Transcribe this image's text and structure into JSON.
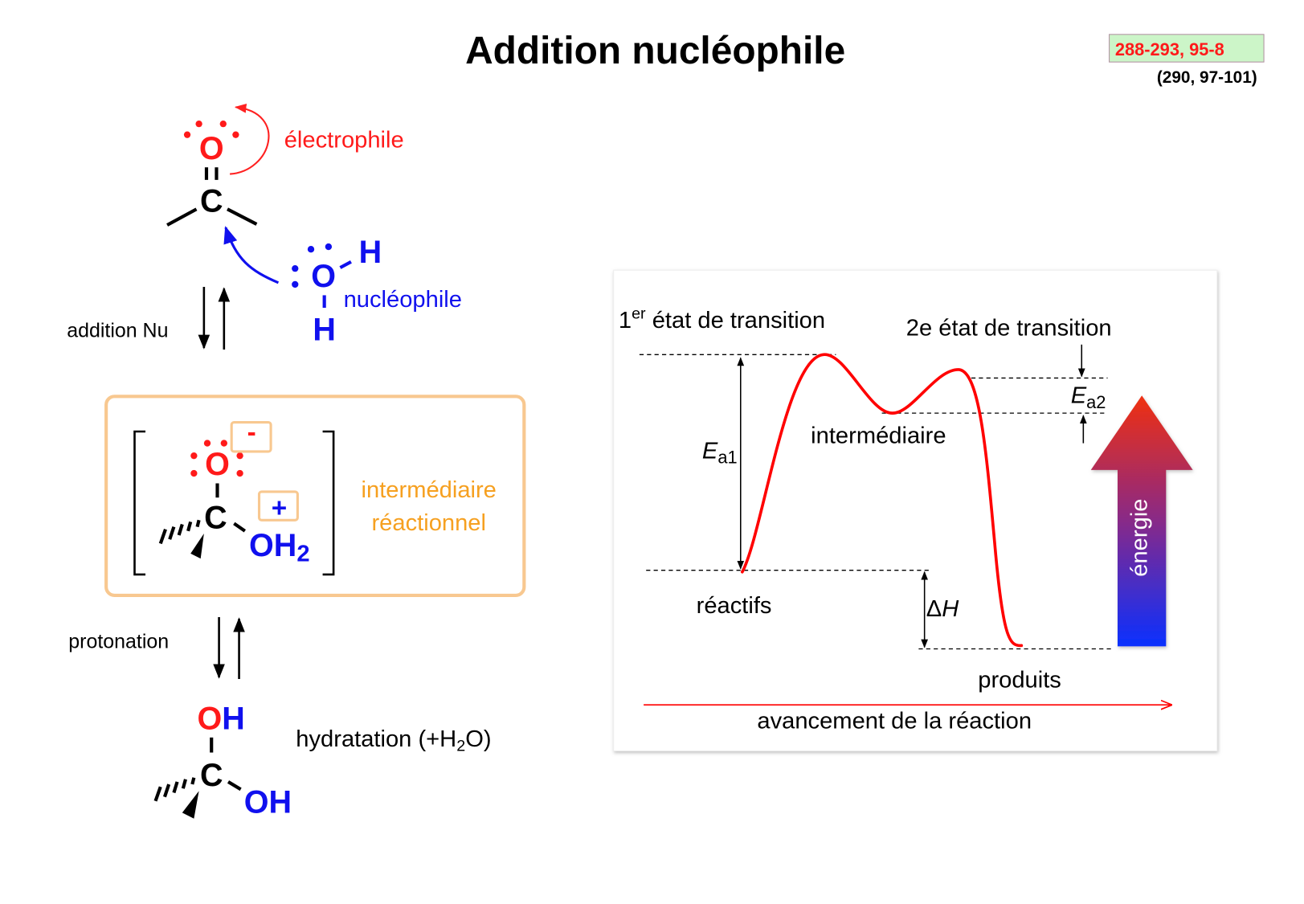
{
  "title": "Addition nucléophile",
  "references": {
    "primary": "288-293, 95-8",
    "secondary": "(290, 97-101)"
  },
  "colors": {
    "electrophile": "#ff1a1a",
    "nucleophile": "#1010ee",
    "intermediate": "#f6a020",
    "curve": "#ff0000",
    "energy_top": "#f03010",
    "energy_bottom": "#0a30ff",
    "ref_box": "#ccf5c8"
  },
  "mechanism": {
    "electrophile_label": "électrophile",
    "nucleophile_label": "nucléophile",
    "step1_label": "addition Nu",
    "intermediate_label_1": "intermédiaire",
    "intermediate_label_2": "réactionnel",
    "charge_minus": "-",
    "charge_plus": "+",
    "step2_label": "protonation",
    "product_label_main": "hydratation (+H",
    "product_label_sub": "2",
    "product_label_end": "O)",
    "atoms": {
      "O": "O",
      "C": "C",
      "H": "H",
      "OH": "OH",
      "OH2": "OH",
      "sub2": "2"
    }
  },
  "energy_diagram": {
    "ts1_label_num": "1",
    "ts1_label_sup": "er",
    "ts1_label_rest": " état de transition",
    "ts2_label": "2e état de transition",
    "ea1_E": "E",
    "ea1_sub": "a1",
    "ea2_E": "E",
    "ea2_sub": "a2",
    "intermediate_label": "intermédiaire",
    "reactants_label": "réactifs",
    "dh_delta": "Δ",
    "dh_H": "H",
    "products_label": "produits",
    "energy_label": "énergie",
    "x_axis_label": "avancement de la réaction"
  }
}
